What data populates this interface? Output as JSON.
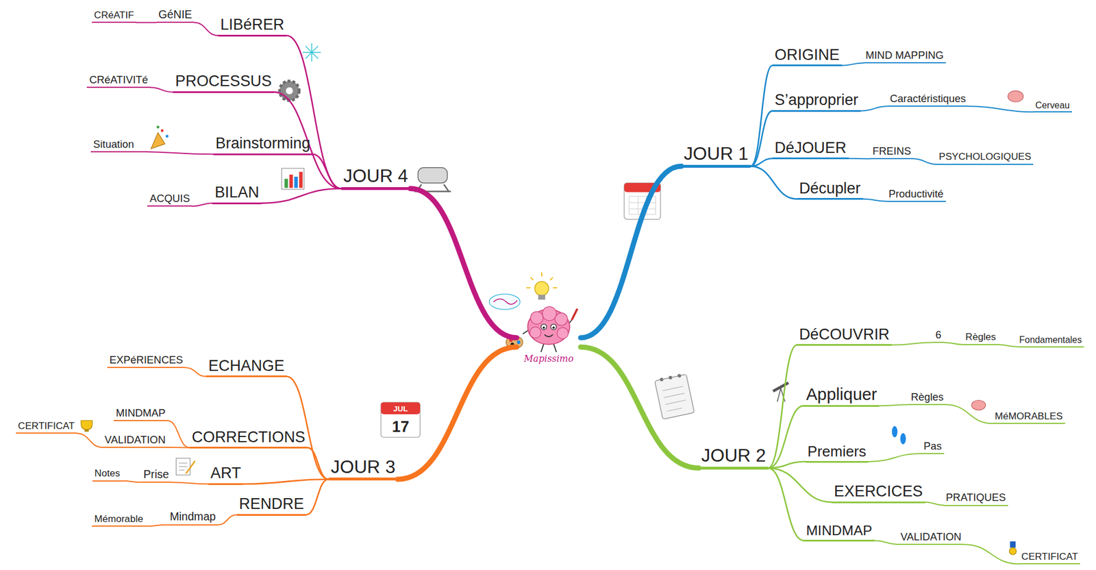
{
  "diagram": {
    "nodes": [
      {
        "text": [
          "Mapissimo"
        ]
      },
      {
        "text": [
          "JOUR 1"
        ]
      },
      {
        "text": [
          "ORIGINE"
        ]
      },
      {
        "text": [
          "MIND MAPPING"
        ]
      },
      {
        "text": [
          "S’approprier"
        ]
      },
      {
        "text": [
          "Caractéristiques"
        ]
      },
      {
        "text": [
          "Cerveau"
        ]
      },
      {
        "text": [
          "DéJOUER"
        ]
      },
      {
        "text": [
          "FREINS"
        ]
      },
      {
        "text": [
          "PSYCHOLOGIQUES"
        ]
      },
      {
        "text": [
          "Décupler"
        ]
      },
      {
        "text": [
          "Productivité"
        ]
      },
      {
        "text": [
          "JOUR 2"
        ]
      },
      {
        "text": [
          "DéCOUVRIR"
        ]
      },
      {
        "text": [
          "6"
        ]
      },
      {
        "text": [
          "Règles"
        ]
      },
      {
        "text": [
          "Fondamentales"
        ]
      },
      {
        "text": [
          "Appliquer"
        ]
      },
      {
        "text": [
          "Règles"
        ]
      },
      {
        "text": [
          "MéMORABLES"
        ]
      },
      {
        "text": [
          "Premiers"
        ]
      },
      {
        "text": [
          "Pas"
        ]
      },
      {
        "text": [
          "EXERCICES"
        ]
      },
      {
        "text": [
          "PRATIQUES"
        ]
      },
      {
        "text": [
          "MINDMAP"
        ]
      },
      {
        "text": [
          "VALIDATION"
        ]
      },
      {
        "text": [
          "CERTIFICAT"
        ]
      },
      {
        "text": [
          "JOUR 3"
        ]
      },
      {
        "text": [
          "ECHANGE"
        ]
      },
      {
        "text": [
          "EXPéRIENCES"
        ]
      },
      {
        "text": [
          "CORRECTIONS"
        ]
      },
      {
        "text": [
          "MINDMAP"
        ]
      },
      {
        "text": [
          "VALIDATION"
        ]
      },
      {
        "text": [
          "CERTIFICAT"
        ]
      },
      {
        "text": [
          "ART"
        ]
      },
      {
        "text": [
          "Prise"
        ]
      },
      {
        "text": [
          "Notes"
        ]
      },
      {
        "text": [
          "RENDRE"
        ]
      },
      {
        "text": [
          "Mindmap"
        ]
      },
      {
        "text": [
          "Mémorable"
        ]
      },
      {
        "text": [
          "JOUR 4"
        ]
      },
      {
        "text": [
          "LIBéRER"
        ]
      },
      {
        "text": [
          "GéNIE"
        ]
      },
      {
        "text": [
          "CRéATIF"
        ]
      },
      {
        "text": [
          "PROCESSUS"
        ]
      },
      {
        "text": [
          "CRéATIVITé"
        ]
      },
      {
        "text": [
          "Brainstorming"
        ]
      },
      {
        "text": [
          "Situation"
        ]
      },
      {
        "text": [
          "BILAN"
        ]
      },
      {
        "text": [
          "ACQUIS"
        ]
      }
    ],
    "edges": [
      {
        "from": 0,
        "to": 1,
        "arrow": "none"
      },
      {
        "from": 0,
        "to": 12,
        "arrow": "none"
      },
      {
        "from": 0,
        "to": 27,
        "arrow": "none"
      },
      {
        "from": 0,
        "to": 40,
        "arrow": "none"
      },
      {
        "from": 1,
        "to": 2,
        "arrow": "none"
      },
      {
        "from": 2,
        "to": 3,
        "arrow": "none"
      },
      {
        "from": 1,
        "to": 4,
        "arrow": "none"
      },
      {
        "from": 4,
        "to": 5,
        "arrow": "none"
      },
      {
        "from": 5,
        "to": 6,
        "arrow": "none"
      },
      {
        "from": 1,
        "to": 7,
        "arrow": "none"
      },
      {
        "from": 7,
        "to": 8,
        "arrow": "none"
      },
      {
        "from": 8,
        "to": 9,
        "arrow": "none"
      },
      {
        "from": 1,
        "to": 10,
        "arrow": "none"
      },
      {
        "from": 10,
        "to": 11,
        "arrow": "none"
      },
      {
        "from": 12,
        "to": 13,
        "arrow": "none"
      },
      {
        "from": 13,
        "to": 14,
        "arrow": "none"
      },
      {
        "from": 14,
        "to": 15,
        "arrow": "none"
      },
      {
        "from": 15,
        "to": 16,
        "arrow": "none"
      },
      {
        "from": 12,
        "to": 17,
        "arrow": "none"
      },
      {
        "from": 17,
        "to": 18,
        "arrow": "none"
      },
      {
        "from": 18,
        "to": 19,
        "arrow": "none"
      },
      {
        "from": 12,
        "to": 20,
        "arrow": "none"
      },
      {
        "from": 20,
        "to": 21,
        "arrow": "none"
      },
      {
        "from": 12,
        "to": 22,
        "arrow": "none"
      },
      {
        "from": 22,
        "to": 23,
        "arrow": "none"
      },
      {
        "from": 12,
        "to": 24,
        "arrow": "none"
      },
      {
        "from": 24,
        "to": 25,
        "arrow": "none"
      },
      {
        "from": 25,
        "to": 26,
        "arrow": "none"
      },
      {
        "from": 27,
        "to": 28,
        "arrow": "none"
      },
      {
        "from": 28,
        "to": 29,
        "arrow": "none"
      },
      {
        "from": 27,
        "to": 30,
        "arrow": "none"
      },
      {
        "from": 30,
        "to": 31,
        "arrow": "none"
      },
      {
        "from": 30,
        "to": 32,
        "arrow": "none"
      },
      {
        "from": 32,
        "to": 33,
        "arrow": "none"
      },
      {
        "from": 27,
        "to": 34,
        "arrow": "none"
      },
      {
        "from": 34,
        "to": 35,
        "arrow": "none"
      },
      {
        "from": 35,
        "to": 36,
        "arrow": "none"
      },
      {
        "from": 27,
        "to": 37,
        "arrow": "none"
      },
      {
        "from": 37,
        "to": 38,
        "arrow": "none"
      },
      {
        "from": 38,
        "to": 39,
        "arrow": "none"
      },
      {
        "from": 40,
        "to": 41,
        "arrow": "none"
      },
      {
        "from": 41,
        "to": 42,
        "arrow": "none"
      },
      {
        "from": 42,
        "to": 43,
        "arrow": "none"
      },
      {
        "from": 40,
        "to": 44,
        "arrow": "none"
      },
      {
        "from": 44,
        "to": 45,
        "arrow": "none"
      },
      {
        "from": 40,
        "to": 46,
        "arrow": "none"
      },
      {
        "from": 46,
        "to": 47,
        "arrow": "none"
      },
      {
        "from": 40,
        "to": 48,
        "arrow": "none"
      },
      {
        "from": 48,
        "to": 49,
        "arrow": "none"
      }
    ],
    "labels": [
      "JUL",
      "17"
    ]
  }
}
